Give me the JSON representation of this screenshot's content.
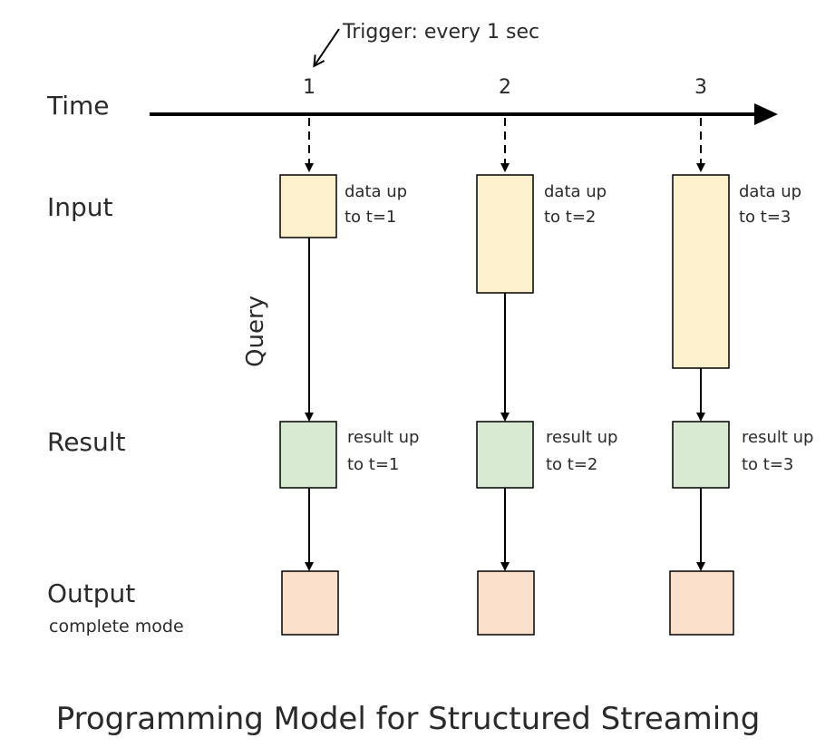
{
  "trigger_label": "Trigger: every 1 sec",
  "row_labels": {
    "time": "Time",
    "input": "Input",
    "result": "Result",
    "output": "Output",
    "output_mode": "complete mode"
  },
  "query_label": "Query",
  "title": "Programming Model for Structured Streaming",
  "colors": {
    "input_fill": "#fdf0cc",
    "result_fill": "#d8ead1",
    "output_fill": "#fbe1cc",
    "stroke": "#000000"
  },
  "steps": [
    {
      "tick": "1",
      "input_text": [
        "data up",
        "to t=1"
      ],
      "result_text": [
        "result up",
        "to t=1"
      ]
    },
    {
      "tick": "2",
      "input_text": [
        "data up",
        "to t=2"
      ],
      "result_text": [
        "result up",
        "to t=2"
      ]
    },
    {
      "tick": "3",
      "input_text": [
        "data up",
        "to t=3"
      ],
      "result_text": [
        "result up",
        "to t=3"
      ]
    }
  ]
}
